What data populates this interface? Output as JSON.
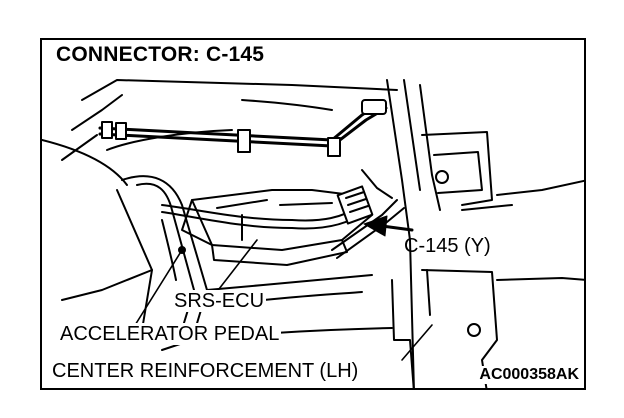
{
  "diagram": {
    "title": "CONNECTOR: C-145",
    "labels": {
      "connector": "C-145 (Y)",
      "srs_ecu": "SRS-ECU",
      "accelerator_pedal": "ACCELERATOR PEDAL",
      "center_reinforcement": "CENTER REINFORCEMENT (LH)"
    },
    "figure_code": "AC000358AK"
  },
  "colors": {
    "line": "#000000",
    "background": "#ffffff"
  }
}
